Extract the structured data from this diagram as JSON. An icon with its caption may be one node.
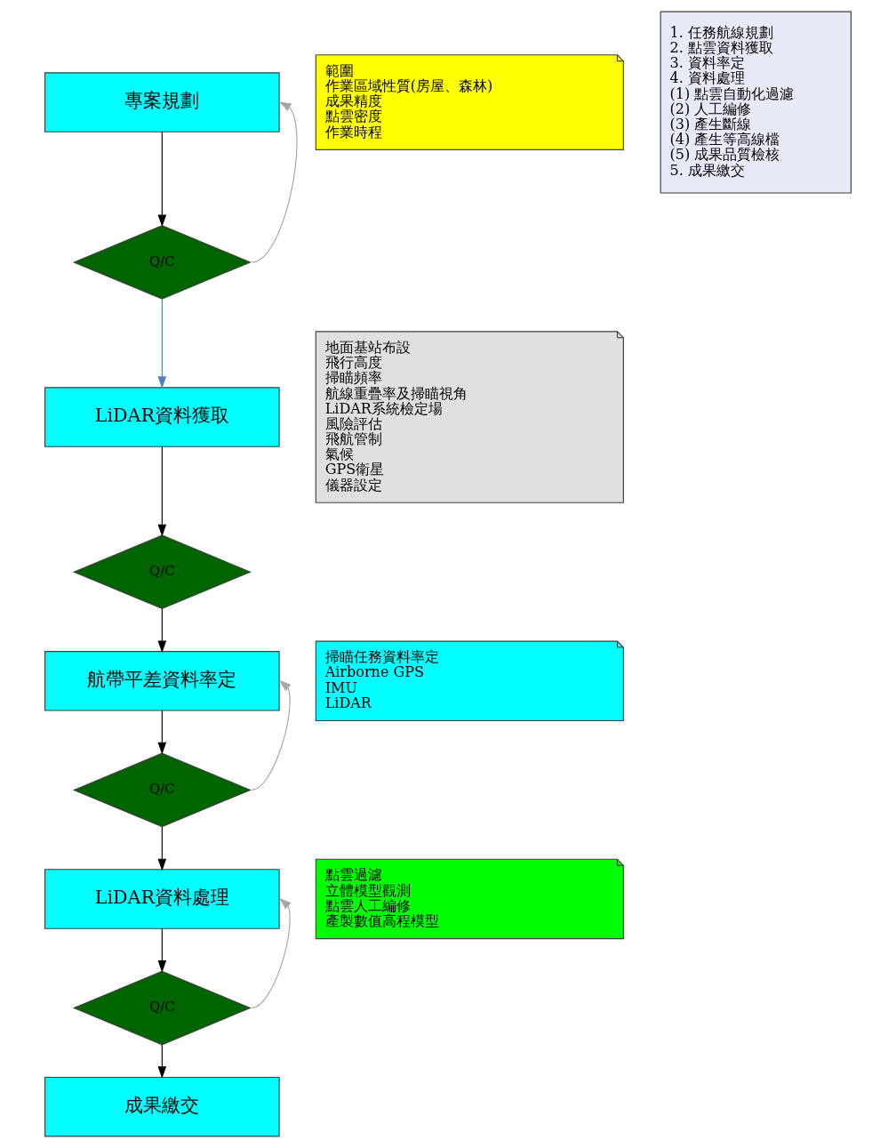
{
  "diagram": {
    "nodes": [
      {
        "text": [
          "專案規劃"
        ]
      },
      {
        "text": [
          "範圍",
          "作業區域性質(房屋、森林)",
          "成果精度",
          "點雲密度",
          "作業時程"
        ]
      },
      {
        "text": [
          "1. 任務航線規劃",
          "2. 點雲資料獲取",
          "3. 資料率定",
          "4. 資料處理",
          "(1) 點雲自動化過濾",
          "(2) 人工編修",
          "(3) 產生斷線",
          "(4) 產生等高線檔",
          "(5) 成果品質檢核",
          "5. 成果繳交"
        ]
      },
      {
        "text": [
          "Q/C"
        ]
      },
      {
        "text": [
          "LiDAR資料獲取"
        ]
      },
      {
        "text": [
          "地面基站布設",
          "飛行高度",
          "掃瞄頻率",
          "航線重疊率及掃瞄視角",
          "LiDAR系統檢定場",
          "風險評估",
          "飛航管制",
          "氣候",
          "GPS衛星",
          "儀器設定"
        ]
      },
      {
        "text": [
          "Q/C"
        ]
      },
      {
        "text": [
          "航帶平差資料率定"
        ]
      },
      {
        "text": [
          "掃瞄任務資料率定",
          "Airborne GPS",
          "IMU",
          "LiDAR"
        ]
      },
      {
        "text": [
          "Q/C"
        ]
      },
      {
        "text": [
          "LiDAR資料處理"
        ]
      },
      {
        "text": [
          "點雲過濾",
          "立體模型觀測",
          "點雲人工編修",
          "產製數值高程模型"
        ]
      },
      {
        "text": [
          "Q/C"
        ]
      },
      {
        "text": [
          "成果繳交"
        ]
      }
    ],
    "edges": [
      {
        "from": 0,
        "to": 3,
        "arrow": "to"
      },
      {
        "from": 3,
        "to": 0,
        "arrow": "to",
        "color": "#a6a6a6"
      },
      {
        "from": 3,
        "to": 4,
        "arrow": "to",
        "color": "#4f81bd"
      },
      {
        "from": 4,
        "to": 6,
        "arrow": "to"
      },
      {
        "from": 6,
        "to": 7,
        "arrow": "to"
      },
      {
        "from": 7,
        "to": 9,
        "arrow": "to"
      },
      {
        "from": 9,
        "to": 7,
        "arrow": "to",
        "color": "#a6a6a6"
      },
      {
        "from": 9,
        "to": 10,
        "arrow": "to"
      },
      {
        "from": 10,
        "to": 12,
        "arrow": "to"
      },
      {
        "from": 12,
        "to": 10,
        "arrow": "to",
        "color": "#a6a6a6"
      },
      {
        "from": 12,
        "to": 13,
        "arrow": "to"
      }
    ]
  }
}
